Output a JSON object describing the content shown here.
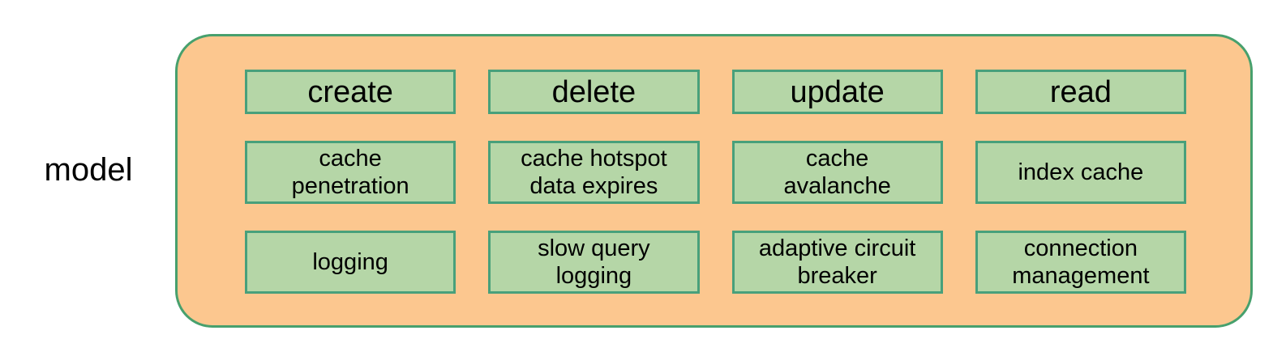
{
  "diagram": {
    "group_label": "model",
    "colors": {
      "container_fill": "#fcc78f",
      "container_border": "#47a06d",
      "box_fill": "#b5d6a7",
      "box_border": "#48a07b",
      "text": "#000000",
      "background": "#ffffff"
    },
    "rows": [
      {
        "items": [
          {
            "label": "create"
          },
          {
            "label": "delete"
          },
          {
            "label": "update"
          },
          {
            "label": "read"
          }
        ]
      },
      {
        "items": [
          {
            "label": "cache\npenetration"
          },
          {
            "label": "cache hotspot\ndata expires"
          },
          {
            "label": "cache\navalanche"
          },
          {
            "label": "index cache"
          }
        ]
      },
      {
        "items": [
          {
            "label": "logging"
          },
          {
            "label": "slow query\nlogging"
          },
          {
            "label": "adaptive circuit\nbreaker"
          },
          {
            "label": "connection\nmanagement"
          }
        ]
      }
    ]
  }
}
